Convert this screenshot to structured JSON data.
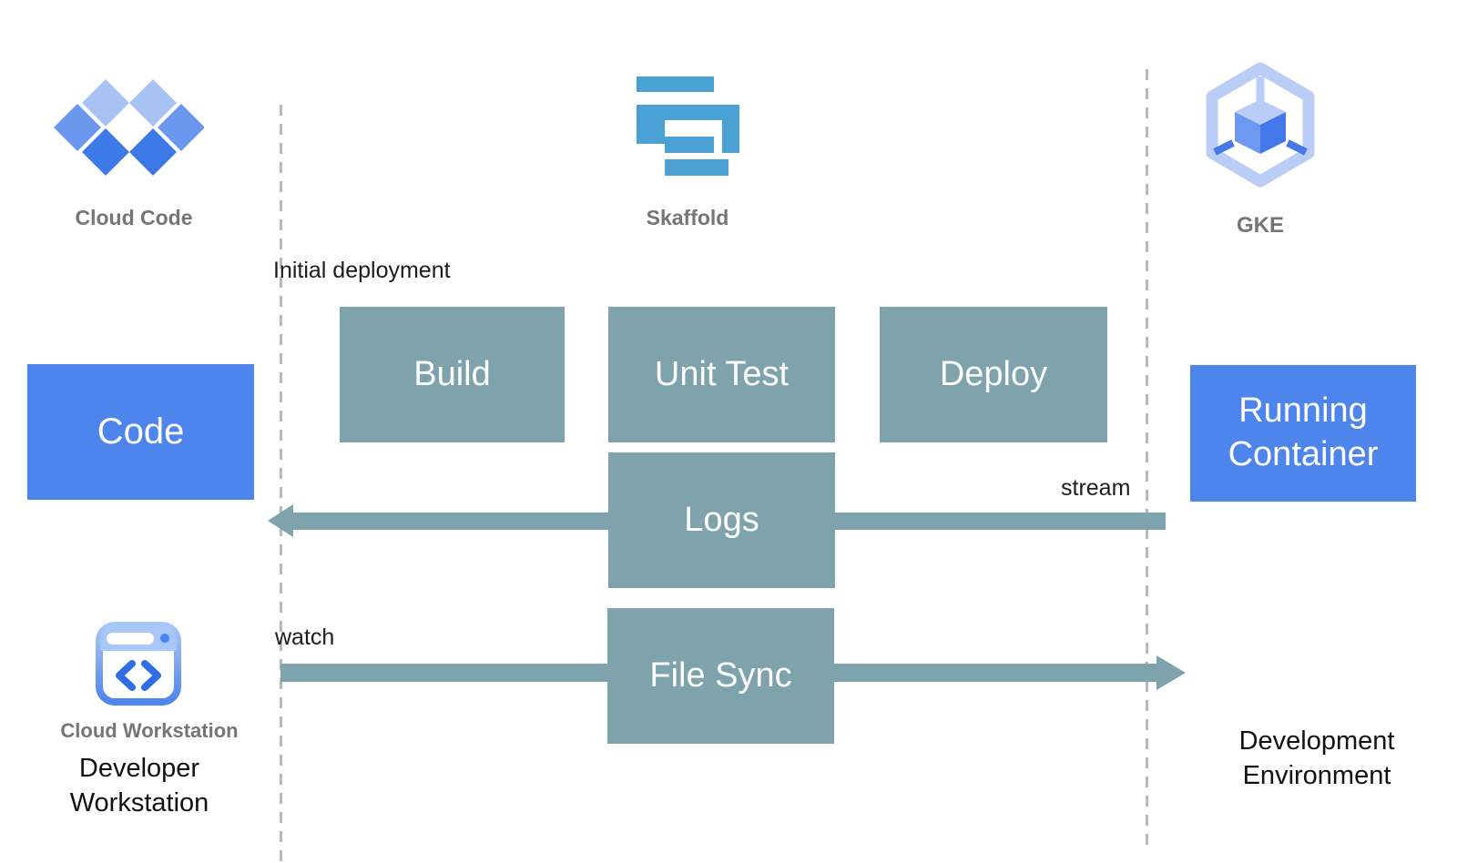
{
  "colors": {
    "box_blue": "#4E85EC",
    "box_teal": "#7FA3AC",
    "arrow_teal": "#7FA3AC",
    "dashed_line": "#B7BABD",
    "caption_gray": "#757575",
    "annotation_black": "#1C1C1C",
    "skaffold_blue": "#4BA1D3",
    "cloud_code_light": "#A9C2F4",
    "cloud_code_medium": "#6B97EF",
    "cloud_code_dark": "#3E79E8",
    "gke_light": "#B9CDF7",
    "gke_left": "#6E99F1",
    "gke_right": "#4478EA",
    "workstation_light": "#A9C6F8",
    "workstation_blue": "#4D86EE",
    "workstation_accent": "#2F6FE4"
  },
  "icons": {
    "cloud_code": {
      "label": "Cloud Code"
    },
    "skaffold": {
      "label": "Skaffold"
    },
    "gke": {
      "label": "GKE"
    },
    "cloud_workstation": {
      "label": "Cloud Workstation"
    }
  },
  "boxes": {
    "code": {
      "label": "Code"
    },
    "build": {
      "label": "Build"
    },
    "unit_test": {
      "label": "Unit Test"
    },
    "deploy": {
      "label": "Deploy"
    },
    "logs": {
      "label": "Logs"
    },
    "file_sync": {
      "label": "File Sync"
    },
    "running_container": {
      "label": "Running Container"
    }
  },
  "annotations": {
    "initial_deployment": "Initial deployment",
    "stream": "stream",
    "watch": "watch"
  },
  "footers": {
    "developer_workstation": "Developer Workstation",
    "development_environment": "Development Environment"
  }
}
